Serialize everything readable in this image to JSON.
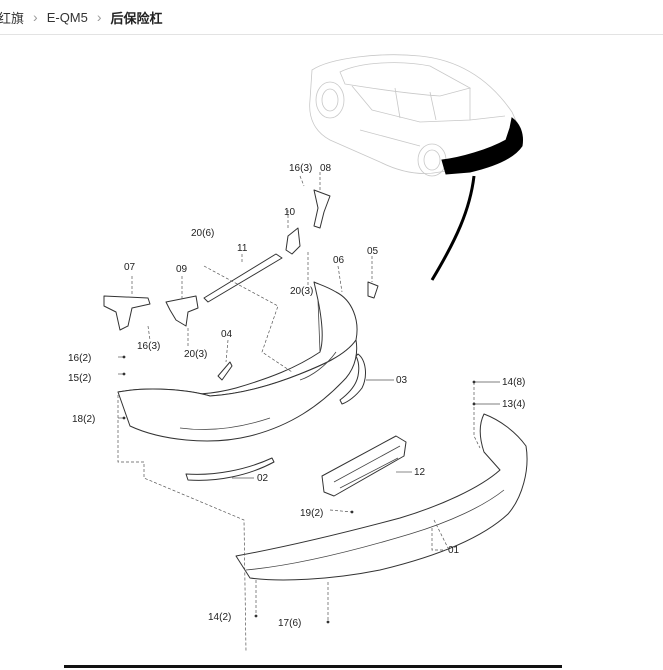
{
  "breadcrumb": {
    "items": [
      {
        "label": "红旗"
      },
      {
        "label": "E-QM5"
      },
      {
        "label": "后保险杠"
      }
    ]
  },
  "diagram": {
    "callouts": [
      {
        "id": "01",
        "label": "01"
      },
      {
        "id": "02",
        "label": "02"
      },
      {
        "id": "03",
        "label": "03"
      },
      {
        "id": "04",
        "label": "04"
      },
      {
        "id": "05",
        "label": "05"
      },
      {
        "id": "06",
        "label": "06"
      },
      {
        "id": "07",
        "label": "07"
      },
      {
        "id": "08",
        "label": "08"
      },
      {
        "id": "09",
        "label": "09"
      },
      {
        "id": "10",
        "label": "10"
      },
      {
        "id": "11",
        "label": "11"
      },
      {
        "id": "12",
        "label": "12"
      },
      {
        "id": "13",
        "label": "13(4)"
      },
      {
        "id": "14a",
        "label": "14(8)"
      },
      {
        "id": "14b",
        "label": "14(2)"
      },
      {
        "id": "15",
        "label": "15(2)"
      },
      {
        "id": "16a",
        "label": "16(3)"
      },
      {
        "id": "16b",
        "label": "16(2)"
      },
      {
        "id": "16c",
        "label": "16(3)"
      },
      {
        "id": "17",
        "label": "17(6)"
      },
      {
        "id": "18",
        "label": "18(2)"
      },
      {
        "id": "19",
        "label": "19(2)"
      },
      {
        "id": "20a",
        "label": "20(6)"
      },
      {
        "id": "20b",
        "label": "20(3)"
      },
      {
        "id": "20c",
        "label": "20(3)"
      }
    ]
  }
}
